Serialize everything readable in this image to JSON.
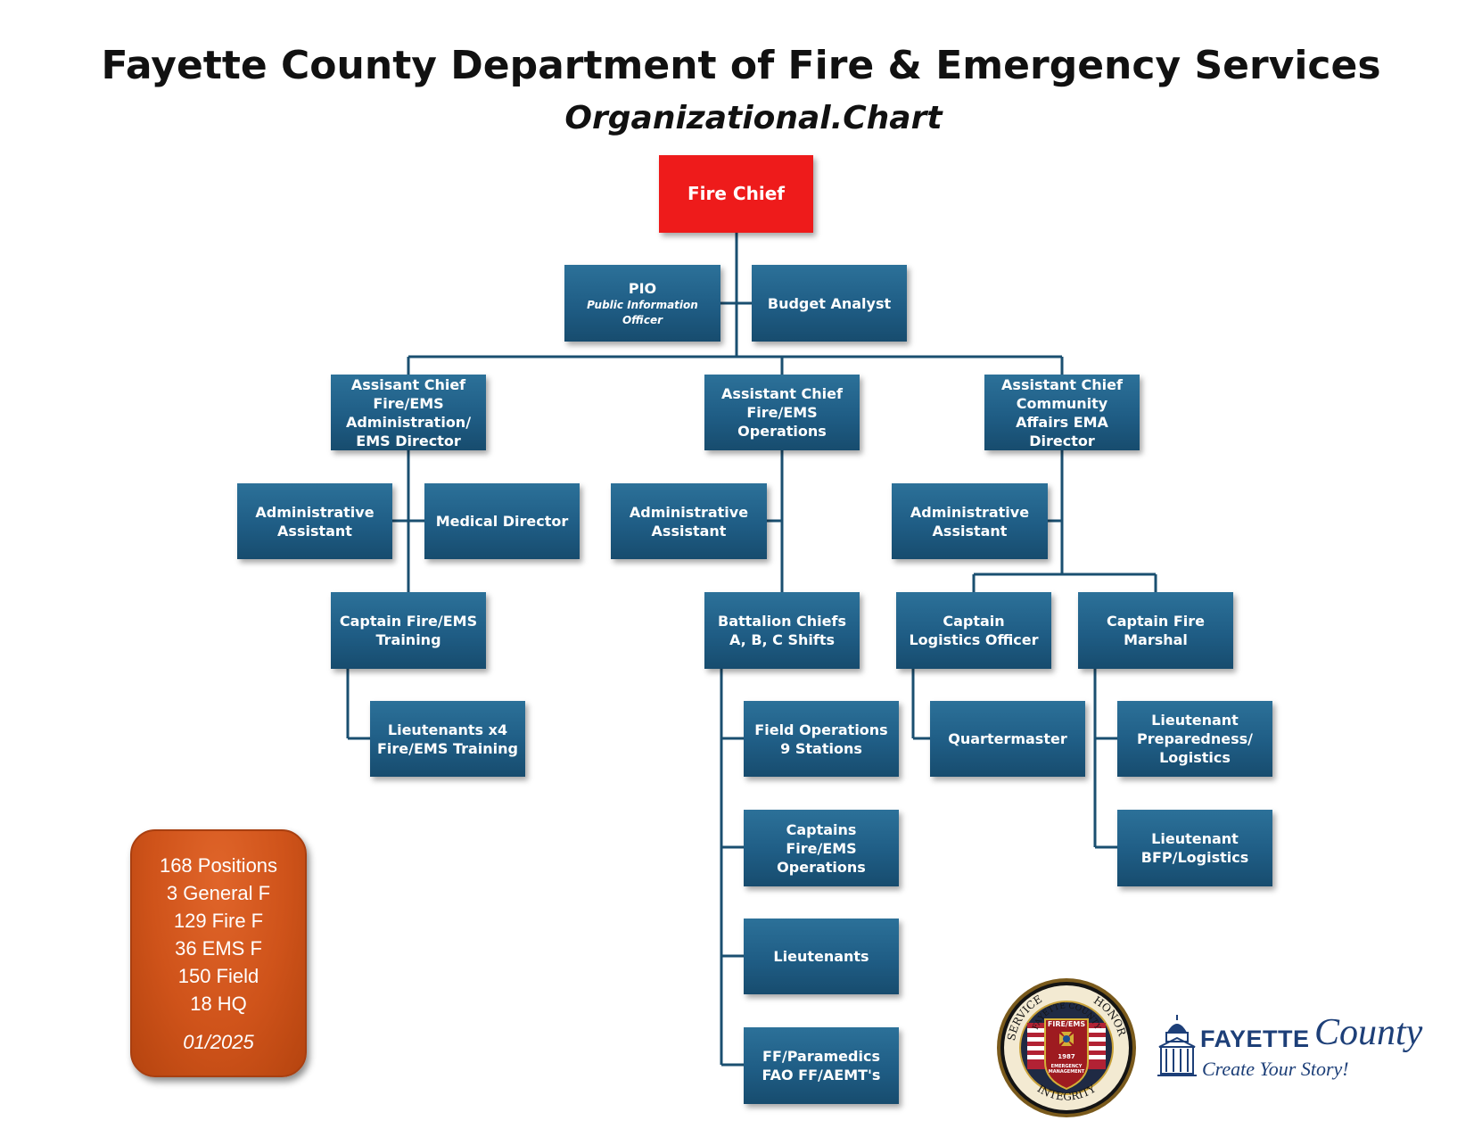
{
  "header": {
    "title": "Fayette County Department of Fire & Emergency Services",
    "subtitle": "Organizational.Chart"
  },
  "chart": {
    "fire_chief": "Fire Chief",
    "pio": {
      "title": "PIO",
      "subtitle": "Public Information Officer"
    },
    "budget_analyst": "Budget Analyst",
    "admin_branch": {
      "chief": "Assisant Chief Fire/EMS Administration/ EMS Director",
      "admin_assistant": "Administrative Assistant",
      "medical_director": "Medical Director",
      "captain_training": "Captain Fire/EMS Training",
      "lieutenants_training": "Lieutenants x4 Fire/EMS Training"
    },
    "operations_branch": {
      "chief": "Assistant Chief Fire/EMS Operations",
      "admin_assistant": "Administrative Assistant",
      "battalion_chiefs": "Battalion Chiefs A, B, C Shifts",
      "field_operations": "Field Operations 9 Stations",
      "captains": "Captains Fire/EMS Operations",
      "lieutenants": "Lieutenants",
      "ff_paramedics": "FF/Paramedics FAO FF/AEMT's"
    },
    "community_branch": {
      "chief": "Assistant Chief Community Affairs EMA Director",
      "admin_assistant": "Administrative Assistant",
      "captain_logistics": "Captain Logistics Officer",
      "captain_fire_marshal": "Captain Fire Marshal",
      "quartermaster": "Quartermaster",
      "lieutenant_preparedness": "Lieutenant Preparedness/ Logistics",
      "lieutenant_bfp": "Lieutenant BFP/Logistics"
    }
  },
  "summary": {
    "positions": "168 Positions",
    "general": "3 General F",
    "fire": "129 Fire F",
    "ems": "36 EMS F",
    "field": "150 Field",
    "hq": "18 HQ",
    "date": "01/2025"
  },
  "seal": {
    "top_left": "SERVICE",
    "top_right": "HONOR",
    "bottom": "INTEGRITY",
    "inner_top": "FAYETTE COUNTY",
    "inner_mid": "FIRE/EMS",
    "year": "1987",
    "inner_bottom_1": "EMERGENCY",
    "inner_bottom_2": "MANAGEMENT"
  },
  "brand": {
    "name": "FAYETTE",
    "county": "County",
    "tagline": "Create Your Story!"
  },
  "colors": {
    "box_blue": "#1f5d85",
    "chief_red": "#ee1b1b",
    "summary_orange": "#cf531a",
    "line_blue": "#1a4f70",
    "brand_navy": "#1d3f78"
  }
}
